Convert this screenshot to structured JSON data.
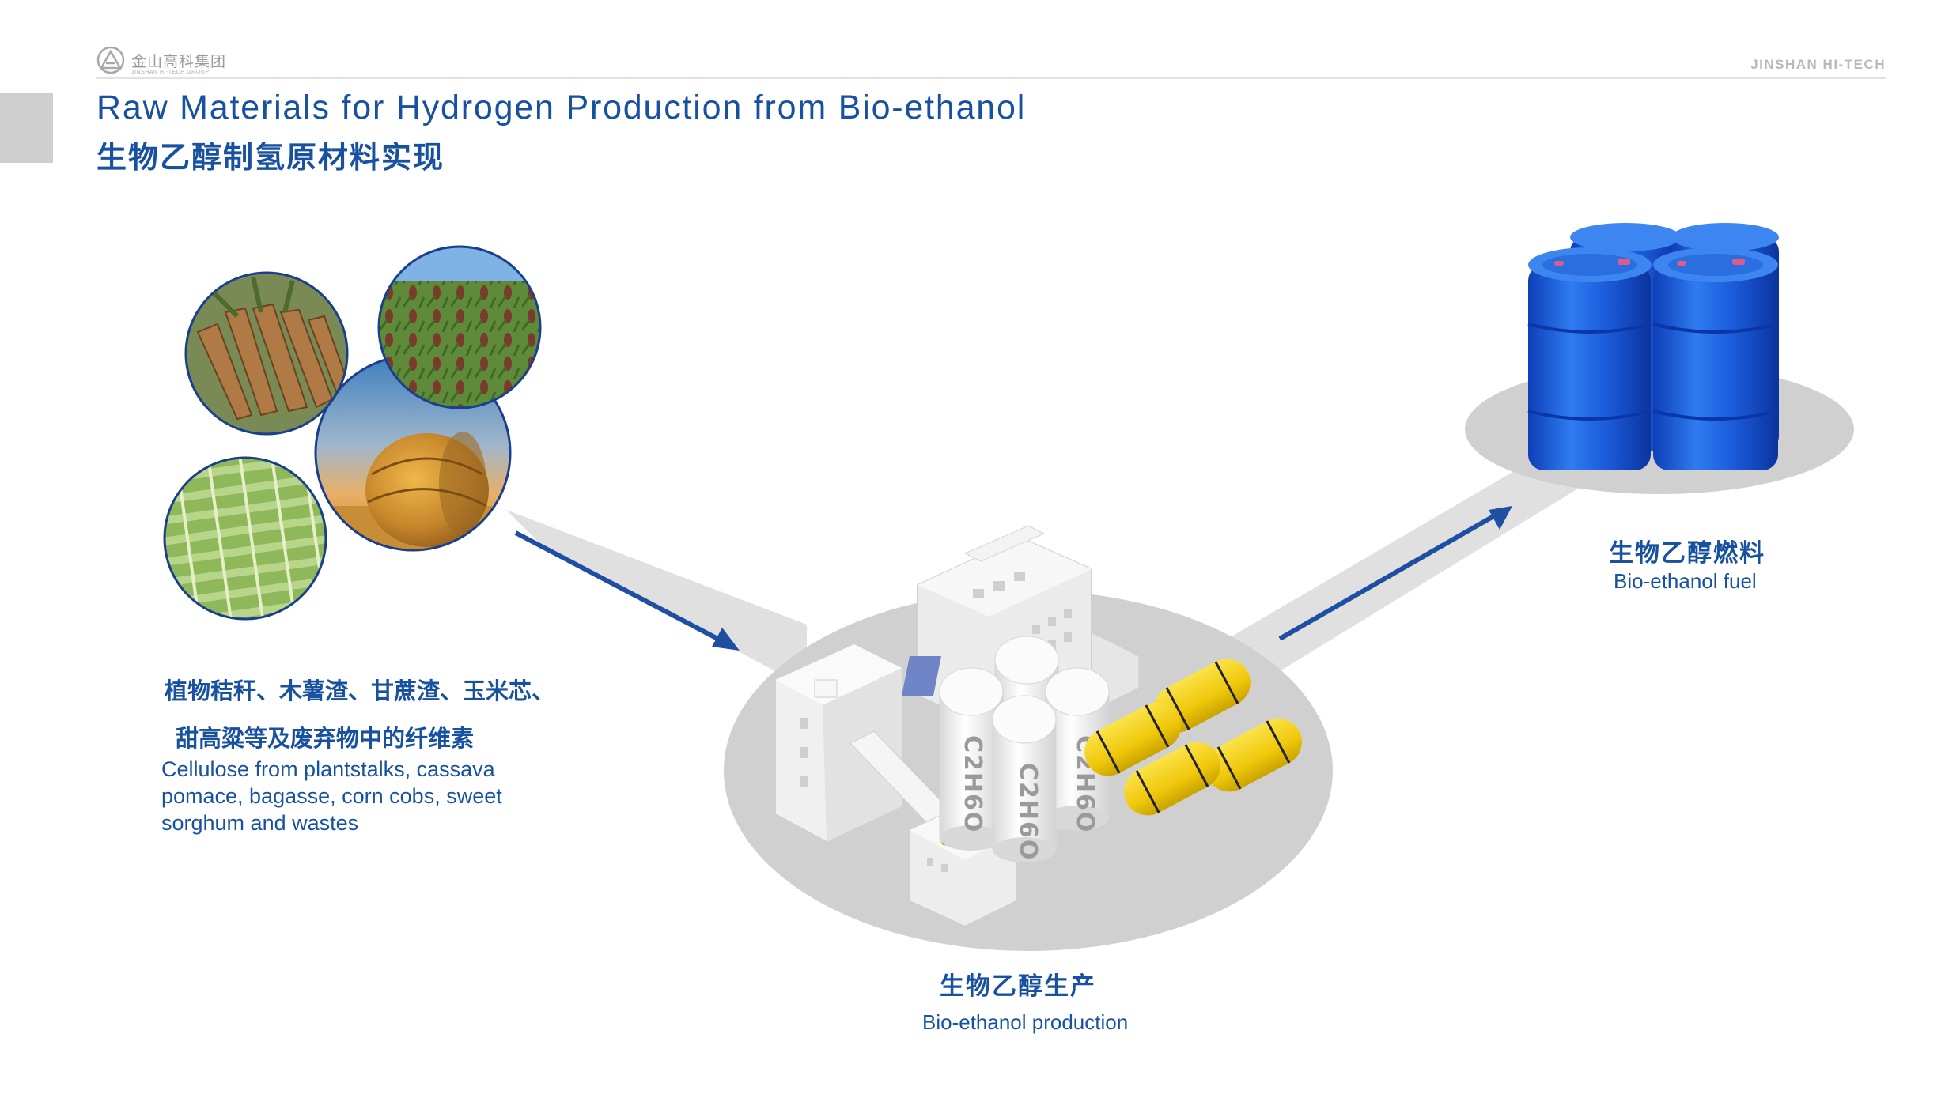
{
  "header": {
    "logo_text": "金山高科集团",
    "logo_sub": "JINSHAN HI-TECH GROUP",
    "brand": "JINSHAN HI-TECH"
  },
  "title": {
    "en": "Raw Materials for Hydrogen Production from Bio-ethanol",
    "zh": "生物乙醇制氢原材料实现"
  },
  "raw_materials": {
    "zh_line1": "植物秸秆、木薯渣、甘蔗渣、玉米芯、",
    "zh_line2": "甜高粱等及废弃物中的纤维素",
    "en_line1": "Cellulose from plantstalks, cassava",
    "en_line2": "pomace, bagasse, corn cobs, sweet",
    "en_line3": "sorghum and wastes"
  },
  "production": {
    "zh": "生物乙醇生产",
    "en": "Bio-ethanol production",
    "silo_label": "C2H6O"
  },
  "fuel": {
    "zh": "生物乙醇燃料",
    "en": "Bio-ethanol fuel"
  },
  "colors": {
    "primary": "#1751a0",
    "arrow": "#1e4fa3",
    "platform": "#cfcfcf",
    "barrel": "#1d5fe0",
    "tank": "#f4d20f"
  },
  "icons": [
    "jinshan-logo-icon",
    "cassava-photo",
    "sorghum-photo",
    "hay-bale-photo",
    "sugarcane-photo",
    "factory-icon",
    "silo-icon",
    "tank-icon",
    "blue-barrel-icon",
    "flow-arrow-icon"
  ]
}
